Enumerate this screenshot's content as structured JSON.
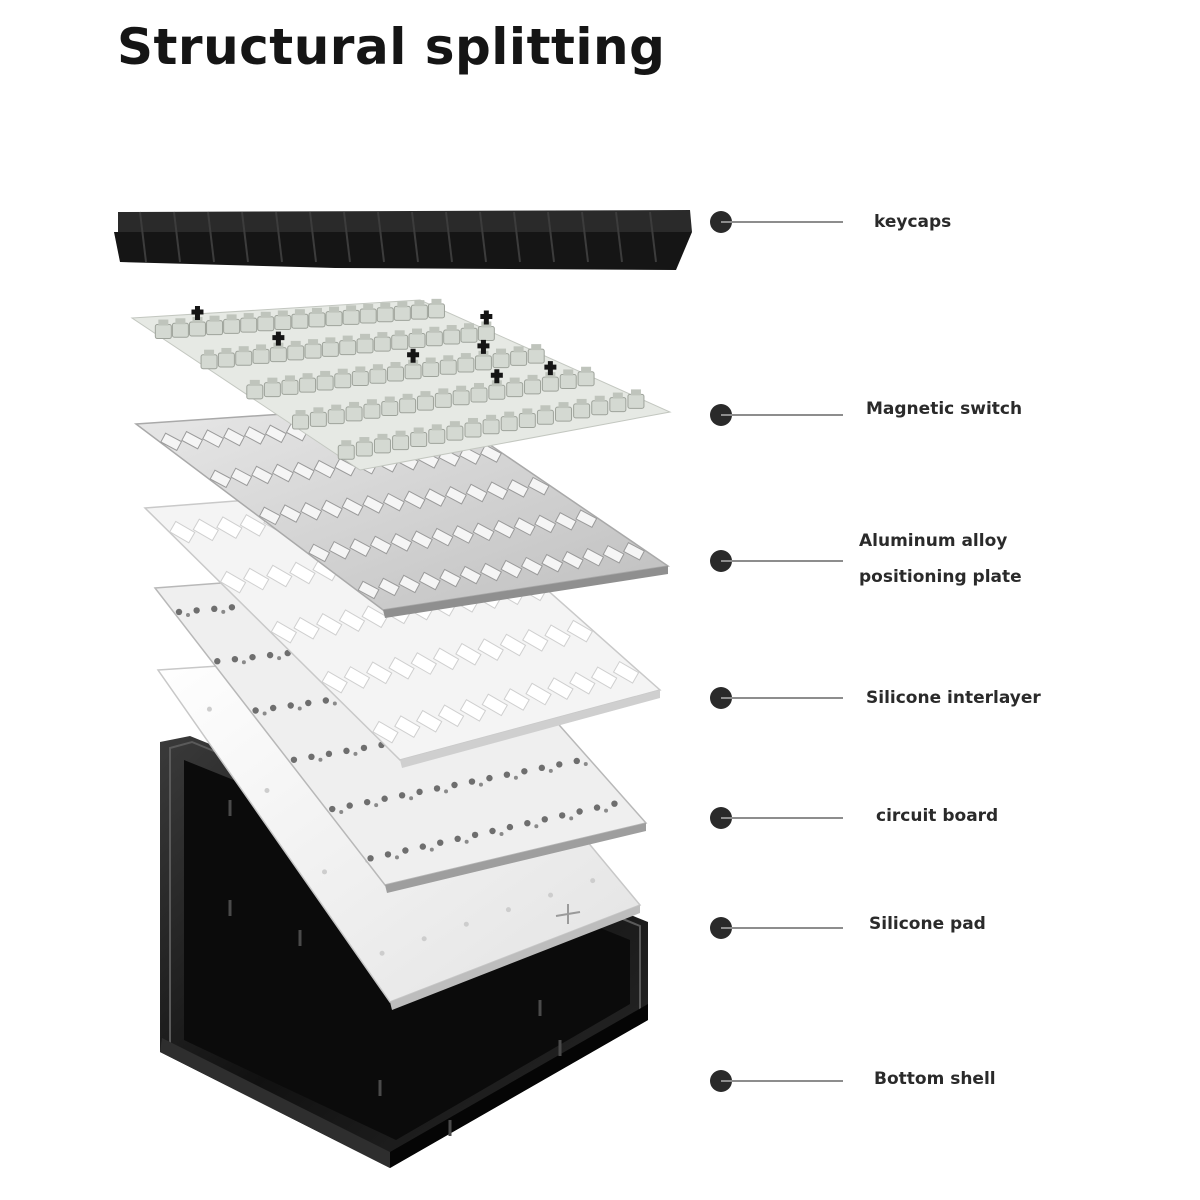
{
  "title": "Structural splitting",
  "layers": [
    {
      "id": "keycaps",
      "label_lines": [
        "keycaps"
      ]
    },
    {
      "id": "magnetic-switch",
      "label_lines": [
        "Magnetic switch"
      ]
    },
    {
      "id": "aluminum-plate",
      "label_lines": [
        "Aluminum alloy",
        "positioning plate"
      ]
    },
    {
      "id": "silicone-interlayer",
      "label_lines": [
        "Silicone interlayer"
      ]
    },
    {
      "id": "circuit-board",
      "label_lines": [
        "circuit board"
      ]
    },
    {
      "id": "silicone-pad",
      "label_lines": [
        "Silicone  pad"
      ]
    },
    {
      "id": "bottom-shell",
      "label_lines": [
        "Bottom shell"
      ]
    }
  ],
  "colors": {
    "keycaps": "#1c1c1c",
    "switch_body": "#d4d9d2",
    "switch_stem": "#151515",
    "plate": "#d9d9d9",
    "interlayer": "#f2f2f2",
    "pcb": "#eeeeee",
    "pad": "#f6f6f6",
    "shell": "#141414",
    "dot": "#2a2a2a",
    "leader": "#8d8d8d"
  }
}
